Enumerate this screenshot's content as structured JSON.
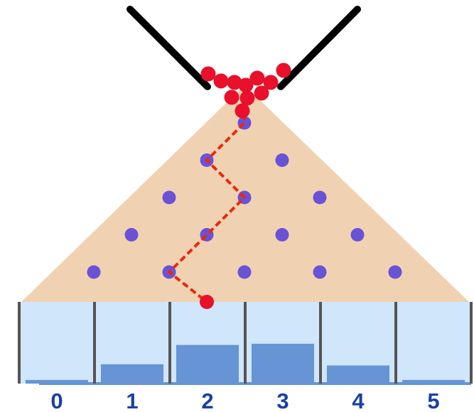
{
  "colors": {
    "board": "#f0d2b3",
    "peg": "#6a52d6",
    "ball": "#e8102a",
    "path": "#e8290b",
    "funnel": "#000000",
    "bin_background": "#cfe6fb",
    "bin_divider": "#555555",
    "histogram_bar": "#6694d4",
    "label": "#1a3fa8"
  },
  "peg_rows": [
    1,
    2,
    3,
    4,
    5
  ],
  "bins": [
    {
      "label": "0",
      "level": 0.03
    },
    {
      "label": "1",
      "level": 0.16
    },
    {
      "label": "2",
      "level": 0.32
    },
    {
      "label": "3",
      "level": 0.33
    },
    {
      "label": "4",
      "level": 0.15
    },
    {
      "label": "5",
      "level": 0.03
    }
  ],
  "ball_path_choices": [
    "left",
    "right",
    "left",
    "left",
    "right"
  ]
}
